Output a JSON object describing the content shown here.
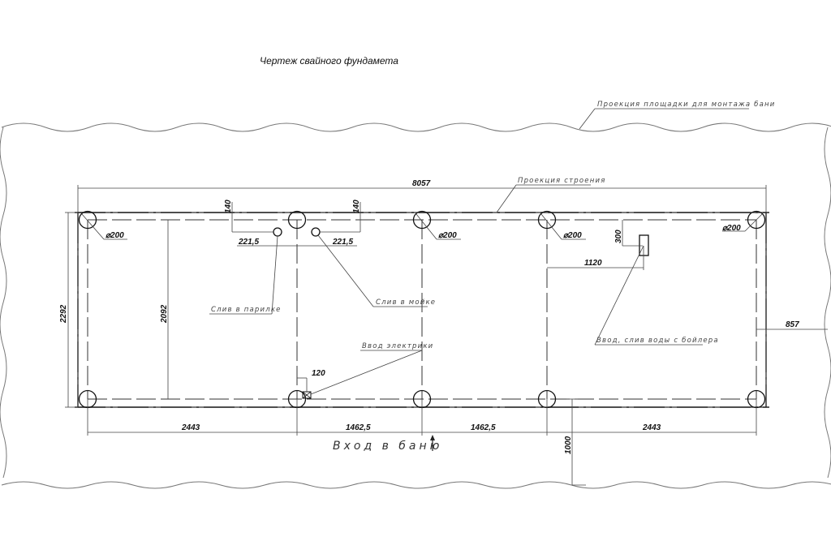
{
  "title": "Чертеж свайного фундамета",
  "labels": {
    "site_projection": "Проекция площадки для монтажа бани",
    "building_projection": "Проекция строения",
    "drain_steam_room": "Слив в парилке",
    "drain_washroom": "Слив в мойке",
    "electric_inlet": "Ввод электрики",
    "boiler_inlet": "Ввод, слив воды с бойлера",
    "entrance": "Вход в баню"
  },
  "dimensions": {
    "overall_length": "8057",
    "overall_width": "2292",
    "inner_width": "2092",
    "offset_top_left": "140",
    "offset_top_right": "140",
    "drain_left_x": "221,5",
    "drain_right_x": "221,5",
    "boiler_y": "300",
    "boiler_x": "1120",
    "electric_x": "120",
    "right_margin": "857",
    "front_margin": "1000",
    "span_1": "2443",
    "span_2": "1462,5",
    "span_3": "1462,5",
    "span_4": "2443"
  },
  "piles": {
    "diameter_label": "⌀200",
    "count": 10
  }
}
